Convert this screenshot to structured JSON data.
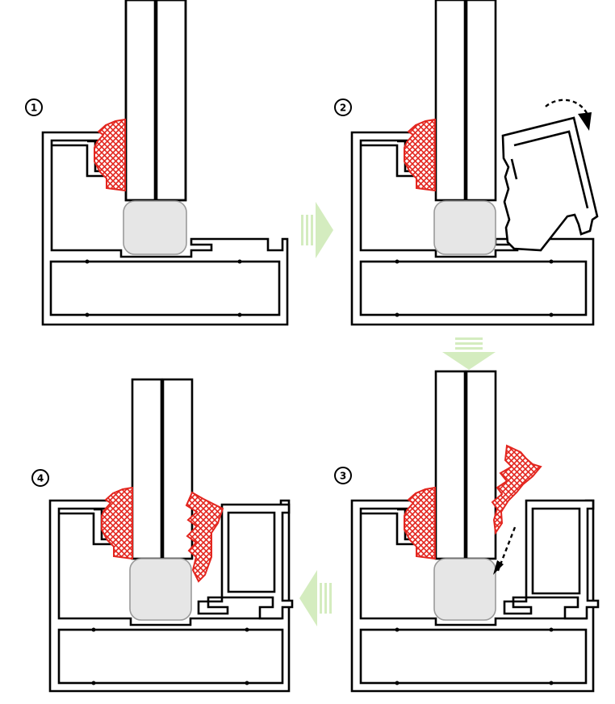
{
  "steps": [
    {
      "label": "1"
    },
    {
      "label": "2"
    },
    {
      "label": "3"
    },
    {
      "label": "4"
    }
  ],
  "colors": {
    "gasket": "#e3261f",
    "setting_block": "#e6e6e6",
    "arrow": "#d4ecbf",
    "profile": "#000000"
  }
}
